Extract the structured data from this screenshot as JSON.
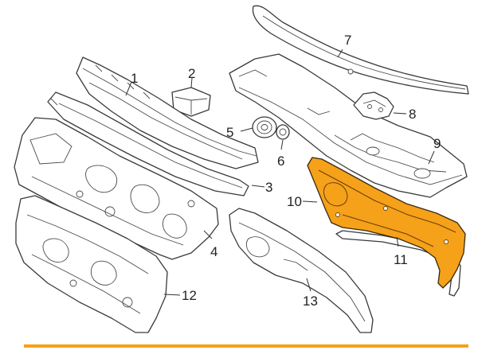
{
  "diagram": {
    "callouts": [
      {
        "id": "1",
        "label": "1"
      },
      {
        "id": "2",
        "label": "2"
      },
      {
        "id": "3",
        "label": "3"
      },
      {
        "id": "4",
        "label": "4"
      },
      {
        "id": "5",
        "label": "5"
      },
      {
        "id": "6",
        "label": "6"
      },
      {
        "id": "7",
        "label": "7"
      },
      {
        "id": "8",
        "label": "8"
      },
      {
        "id": "9",
        "label": "9"
      },
      {
        "id": "10",
        "label": "10"
      },
      {
        "id": "11",
        "label": "11"
      },
      {
        "id": "12",
        "label": "12"
      },
      {
        "id": "13",
        "label": "13"
      }
    ],
    "highlighted_part": "10",
    "colors": {
      "highlight": "#f5a11a",
      "bottom_bar": "#f5a11a",
      "line": "#3a3a3a",
      "background": "#ffffff"
    }
  }
}
